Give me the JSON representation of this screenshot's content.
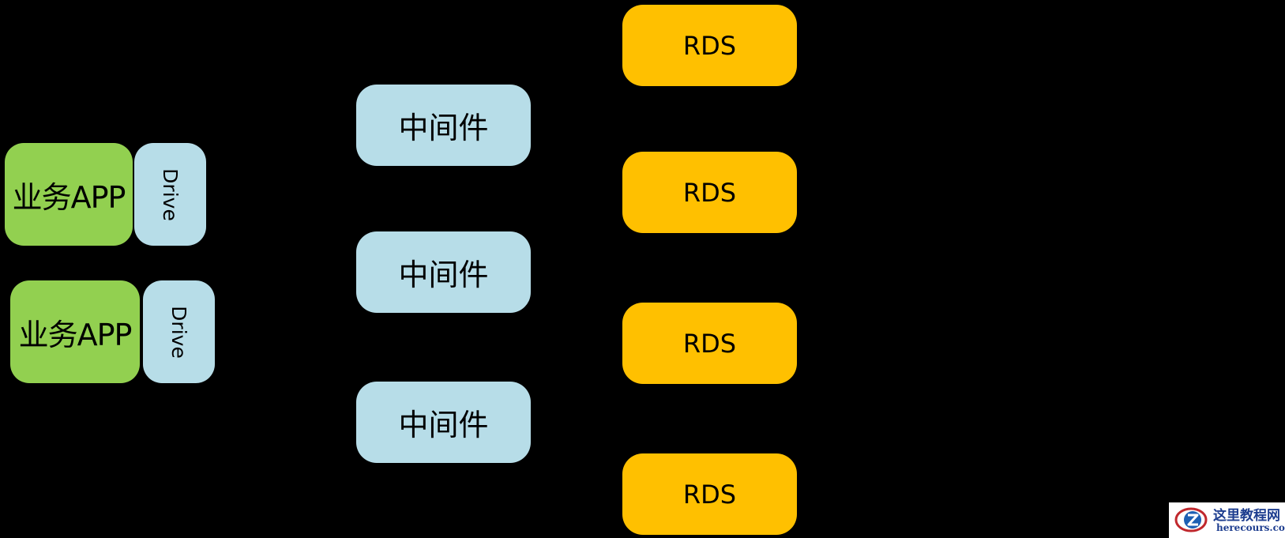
{
  "apps": [
    {
      "label": "业务APP",
      "driver": "Drive"
    },
    {
      "label": "业务APP",
      "driver": "Drive"
    }
  ],
  "middleware": [
    {
      "label": "中间件"
    },
    {
      "label": "中间件"
    },
    {
      "label": "中间件"
    }
  ],
  "rds": [
    {
      "label": "RDS"
    },
    {
      "label": "RDS"
    },
    {
      "label": "RDS"
    },
    {
      "label": "RDS"
    }
  ],
  "watermark": {
    "title": "这里教程网",
    "url": "herecours.com"
  },
  "colors": {
    "background": "#000000",
    "app": "#92d050",
    "driver": "#b7dde8",
    "middleware": "#b7dde8",
    "rds": "#ffc000"
  }
}
